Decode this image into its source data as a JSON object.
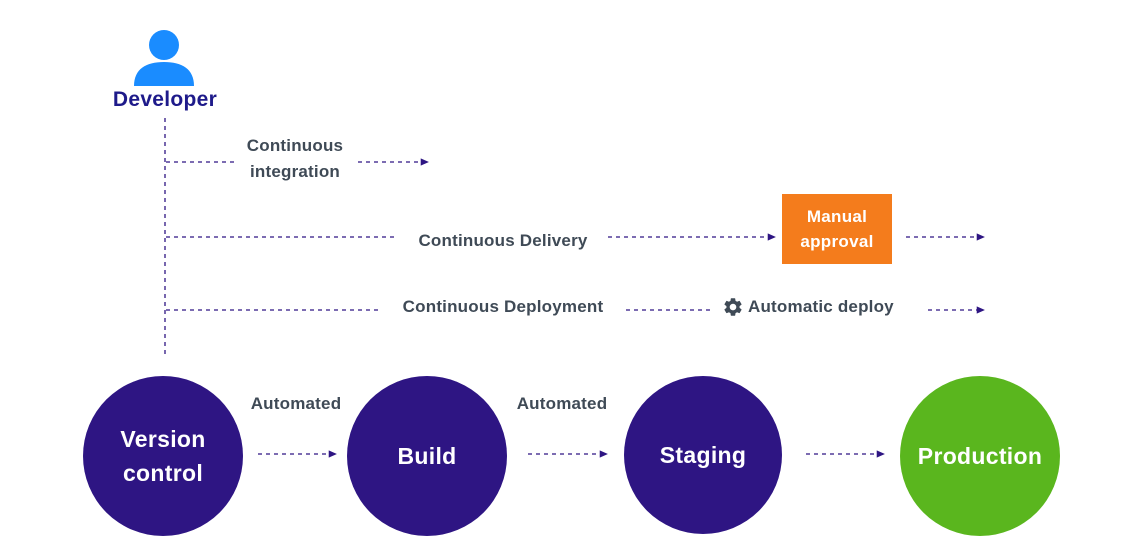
{
  "developer": {
    "label": "Developer",
    "icon": "person-icon",
    "color": "#1e1a8a",
    "icon_color": "#1a8cff"
  },
  "pipelines": {
    "continuous_integration": [
      "Continuous",
      "integration"
    ],
    "continuous_delivery": "Continuous Delivery",
    "continuous_deployment": "Continuous Deployment"
  },
  "manual_approval": {
    "lines": [
      "Manual",
      "approval"
    ],
    "color": "#f47c1c"
  },
  "automatic_deploy": {
    "label": "Automatic deploy",
    "icon": "gear-icon"
  },
  "stages": {
    "version_control": [
      "Version",
      "control"
    ],
    "build": "Build",
    "staging": "Staging",
    "production": "Production",
    "stage_color": "#2e1583",
    "production_color": "#5ab61e"
  },
  "transitions": {
    "vc_to_build": "Automated",
    "build_to_staging": "Automated"
  },
  "line_color": "#2e1583"
}
